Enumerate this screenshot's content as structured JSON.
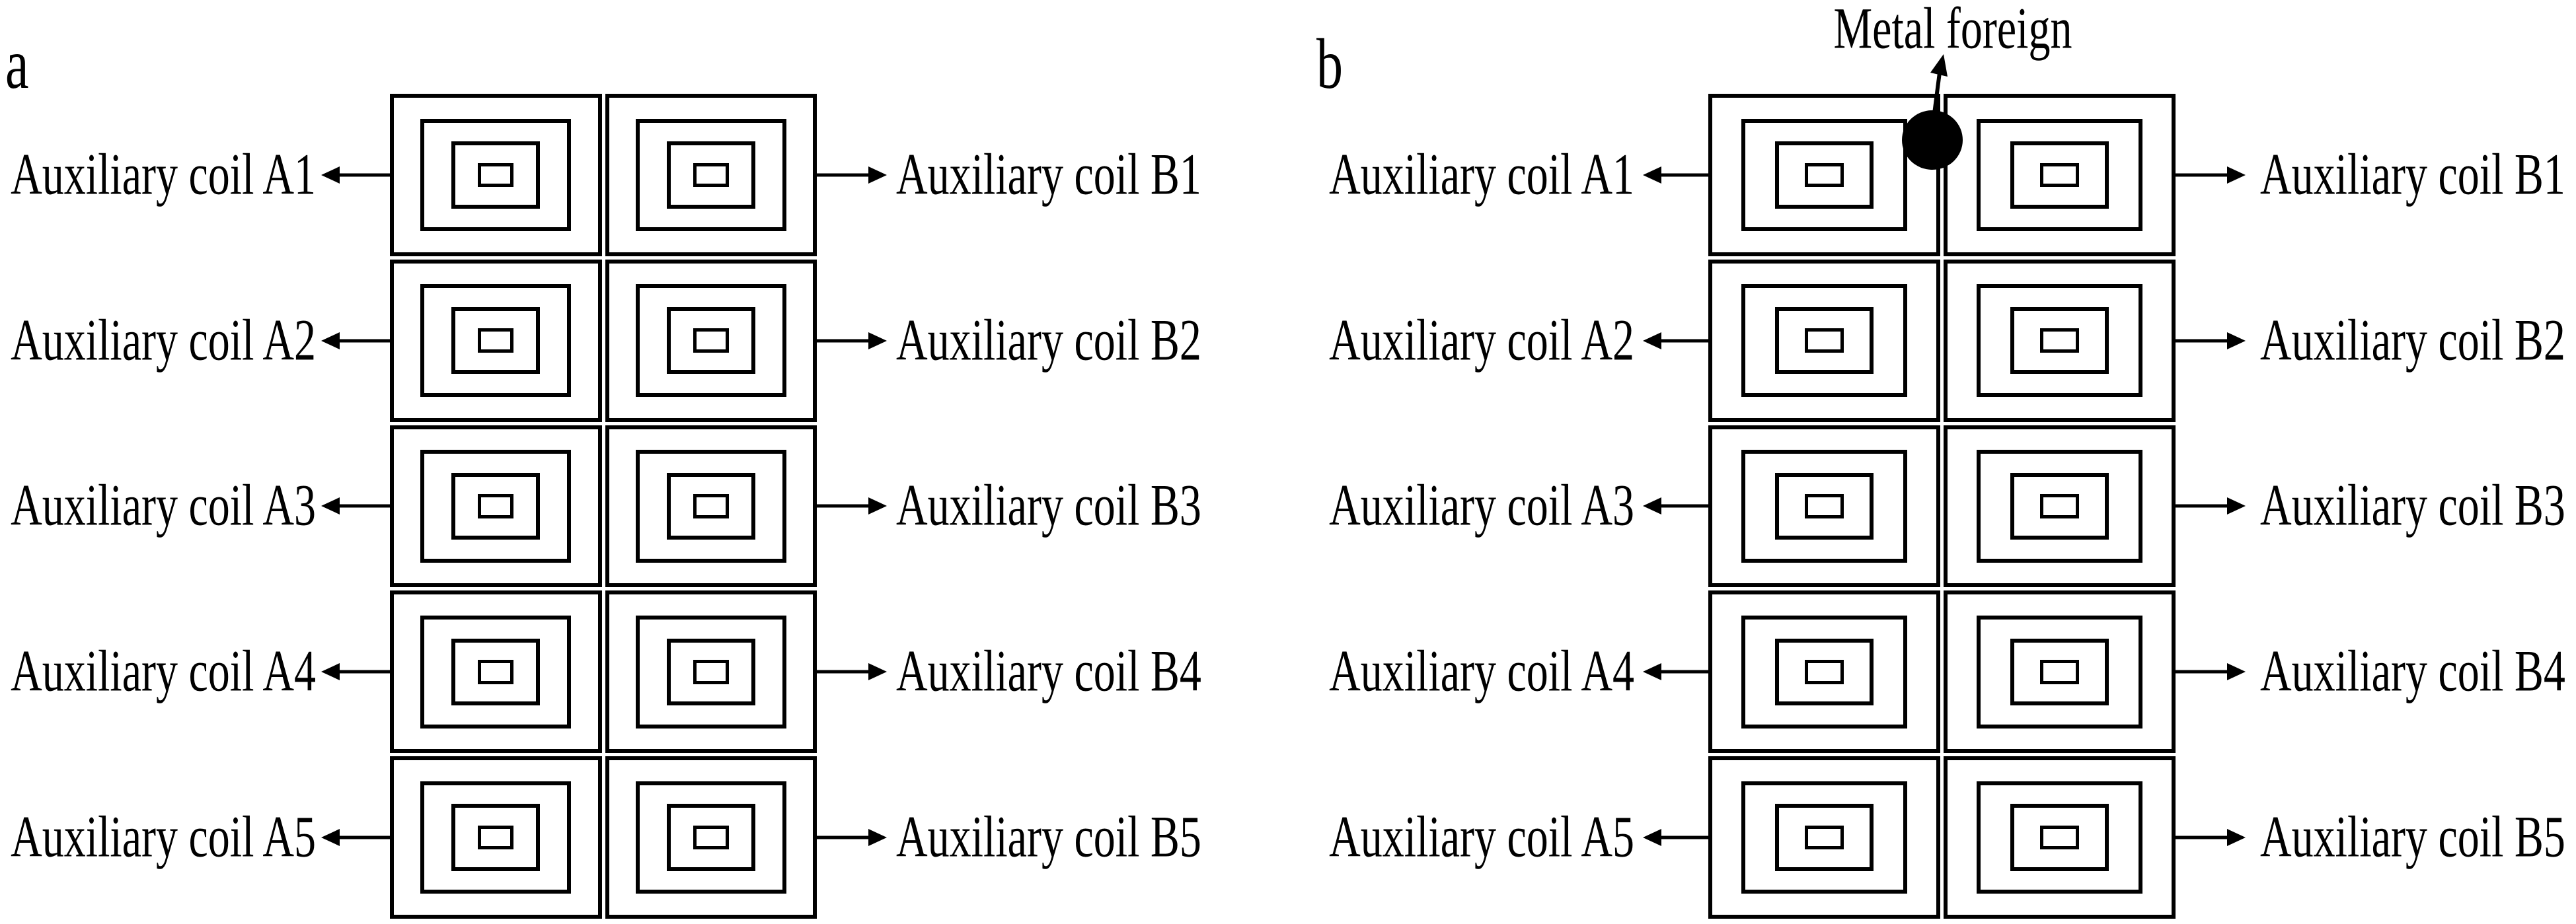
{
  "panel_a": {
    "letter": "a",
    "left_labels": [
      "Auxiliary coil A1",
      "Auxiliary coil A2",
      "Auxiliary coil A3",
      "Auxiliary coil A4",
      "Auxiliary coil A5"
    ],
    "right_labels": [
      "Auxiliary coil B1",
      "Auxiliary coil B2",
      "Auxiliary coil B3",
      "Auxiliary coil B4",
      "Auxiliary coil B5"
    ]
  },
  "panel_b": {
    "letter": "b",
    "annotation": "Metal foreign",
    "left_labels": [
      "Auxiliary coil A1",
      "Auxiliary coil A2",
      "Auxiliary coil A3",
      "Auxiliary coil A4",
      "Auxiliary coil A5"
    ],
    "right_labels": [
      "Auxiliary coil B1",
      "Auxiliary coil B2",
      "Auxiliary coil B3",
      "Auxiliary coil B4",
      "Auxiliary coil B5"
    ]
  },
  "grid": {
    "rows": 5,
    "columns": 2,
    "coil_turns": 3
  },
  "colors": {
    "ink": "#000000",
    "background": "#ffffff"
  }
}
